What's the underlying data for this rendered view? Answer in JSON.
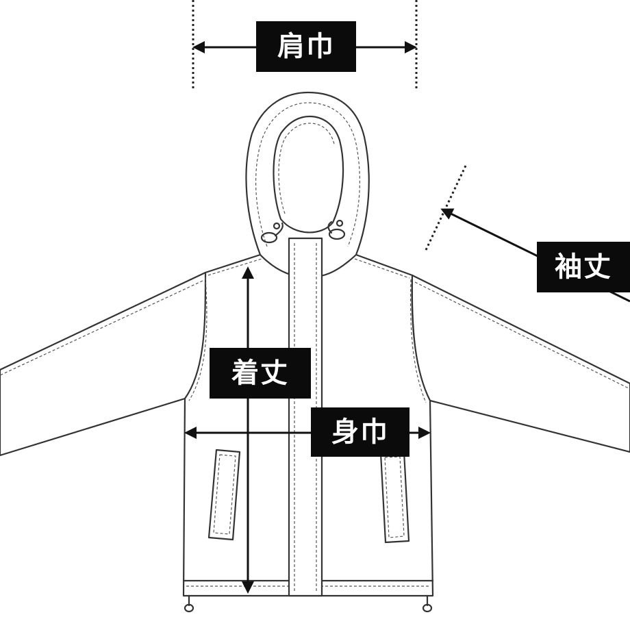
{
  "labels": {
    "shoulder_width": "肩巾",
    "sleeve_length": "袖丈",
    "body_length": "着丈",
    "body_width": "身巾"
  },
  "colors": {
    "line": "#333333",
    "label_bg": "#0b0b0b",
    "label_text": "#ffffff"
  }
}
